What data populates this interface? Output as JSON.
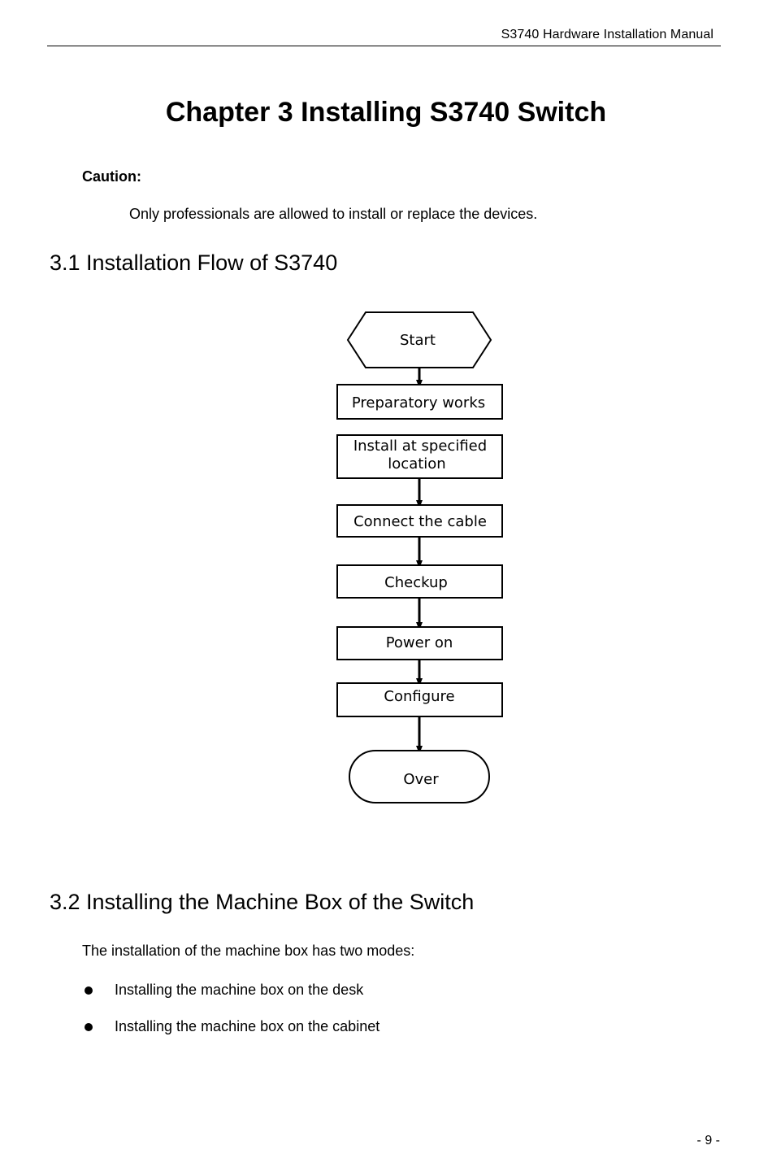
{
  "header": {
    "running_title": "S3740 Hardware Installation Manual"
  },
  "chapter": {
    "title": "Chapter 3 Installing S3740 Switch"
  },
  "caution": {
    "label": "Caution:",
    "text": "Only professionals are allowed to install or replace the devices."
  },
  "section_3_1": {
    "heading": "3.1 Installation Flow of S3740",
    "flowchart": {
      "start": "Start",
      "steps": [
        "Preparatory works",
        "Install at specified",
        "location",
        "Connect the cable",
        "Checkup",
        "Power on",
        "Configure"
      ],
      "end": "Over"
    }
  },
  "section_3_2": {
    "heading": "3.2 Installing the Machine Box of the Switch",
    "intro": "The installation of the machine box has two modes:",
    "bullets": [
      "Installing the machine box on the desk",
      "Installing the machine box on the cabinet"
    ]
  },
  "footer": {
    "page_number": "- 9 -"
  }
}
